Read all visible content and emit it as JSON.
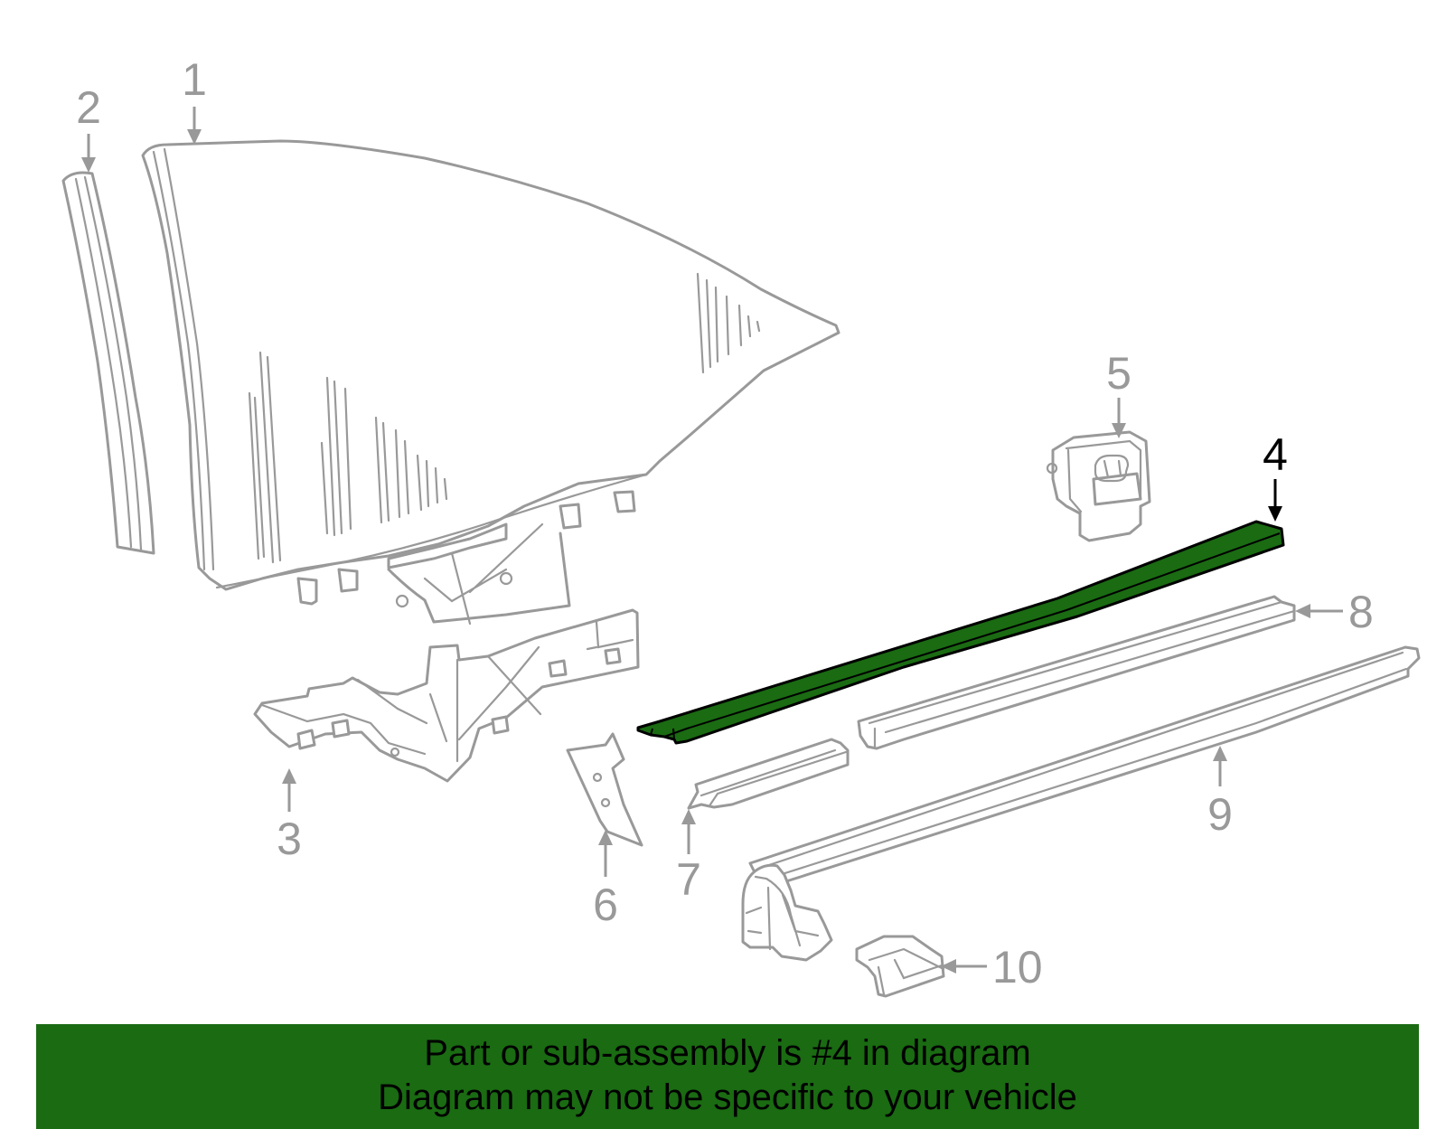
{
  "callouts": {
    "c1": "1",
    "c2": "2",
    "c3": "3",
    "c4": "4",
    "c5": "5",
    "c6": "6",
    "c7": "7",
    "c8": "8",
    "c9": "9",
    "c10": "10"
  },
  "highlighted_part": "4",
  "colors": {
    "highlight": "#1a6b12",
    "line": "#999999",
    "highlight_callout": "#000000",
    "banner_background": "#1a6b12"
  },
  "banner": {
    "line1": "Part or sub-assembly is #4 in diagram",
    "line2": "Diagram may not be specific to your vehicle"
  }
}
